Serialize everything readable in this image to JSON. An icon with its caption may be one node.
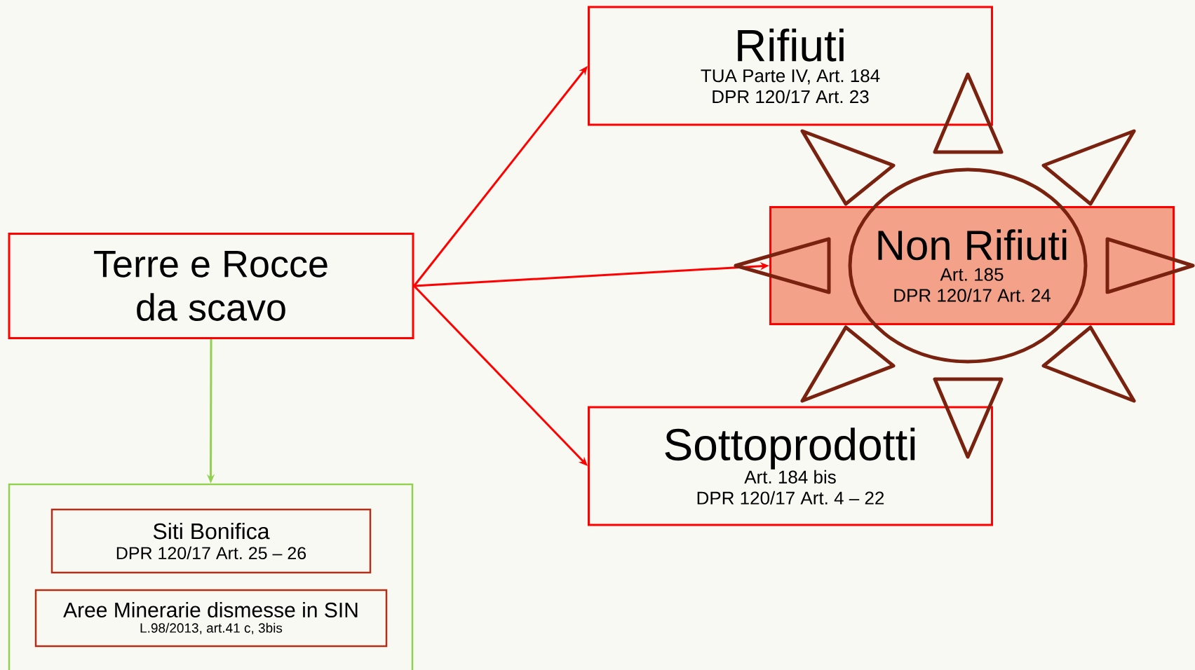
{
  "diagram": {
    "nodes": [
      {
        "text": [
          "Terre e Rocce da scavo"
        ]
      },
      {
        "text": [
          "Rifiuti",
          "TUA Parte IV, Art. 184",
          "DPR 120/17 Art. 23"
        ]
      },
      {
        "text": [
          "Non Rifiuti",
          "Art. 185",
          "DPR 120/17 Art. 24"
        ]
      },
      {
        "text": [
          "Sottoprodotti",
          "Art. 184 bis",
          "DPR 120/17 Art. 4 – 22"
        ]
      },
      {
        "text": [],
        "shape": "box"
      },
      {
        "text": [
          "Siti Bonifica",
          "DPR 120/17 Art. 25 – 26"
        ],
        "in": 4
      },
      {
        "text": [
          "Aree Minerarie dismesse in SIN",
          "L.98/2013, art.41 c, 3bis"
        ],
        "in": 4
      }
    ],
    "edges": [
      {
        "from": 0,
        "to": 1,
        "arrow": "to"
      },
      {
        "from": 0,
        "to": 2,
        "arrow": "to"
      },
      {
        "from": 0,
        "to": 3,
        "arrow": "to"
      },
      {
        "from": 0,
        "to": 4,
        "arrow": "to",
        "color": "#92d050"
      }
    ]
  }
}
